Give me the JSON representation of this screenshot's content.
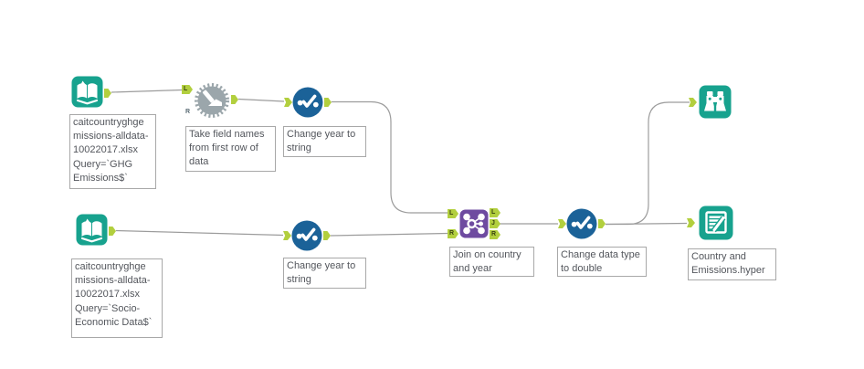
{
  "anchor_labels": {
    "left": "L",
    "right": "R",
    "join": "J"
  },
  "colors": {
    "tool_teal": "#17a28e",
    "tool_blue": "#1b6298",
    "tool_purple": "#6e4ba0",
    "gear_gray": "#9ba6ab",
    "anchor_green": "#b2cf3e",
    "wire_gray": "#9c9c9c",
    "annotation_text": "#53565c"
  },
  "tools": [
    {
      "name": "input-data-ghg",
      "icon": "book-input-icon",
      "annotation": "caitcountryghge\nmissions-alldata-\n10022017.xlsx\nQuery=`GHG\nEmissions$`"
    },
    {
      "name": "dynamic-rename",
      "icon": "gear-pencil-icon",
      "annotation": "Take field names\nfrom first row of\ndata"
    },
    {
      "name": "select-year-top",
      "icon": "select-check-icon",
      "annotation": "Change year to\nstring"
    },
    {
      "name": "input-data-socio",
      "icon": "book-input-icon",
      "annotation": "caitcountryghge\nmissions-alldata-\n10022017.xlsx\nQuery=`Socio-\nEconomic Data$`"
    },
    {
      "name": "select-year-bottom",
      "icon": "select-check-icon",
      "annotation": "Change year to\nstring"
    },
    {
      "name": "join",
      "icon": "join-network-icon",
      "annotation": "Join on country\nand year"
    },
    {
      "name": "select-datatype",
      "icon": "select-check-icon",
      "annotation": "Change data type\nto double"
    },
    {
      "name": "browse",
      "icon": "browse-binoculars-icon",
      "annotation": ""
    },
    {
      "name": "output-data",
      "icon": "output-document-icon",
      "annotation": "Country and\nEmissions.hyper"
    }
  ]
}
